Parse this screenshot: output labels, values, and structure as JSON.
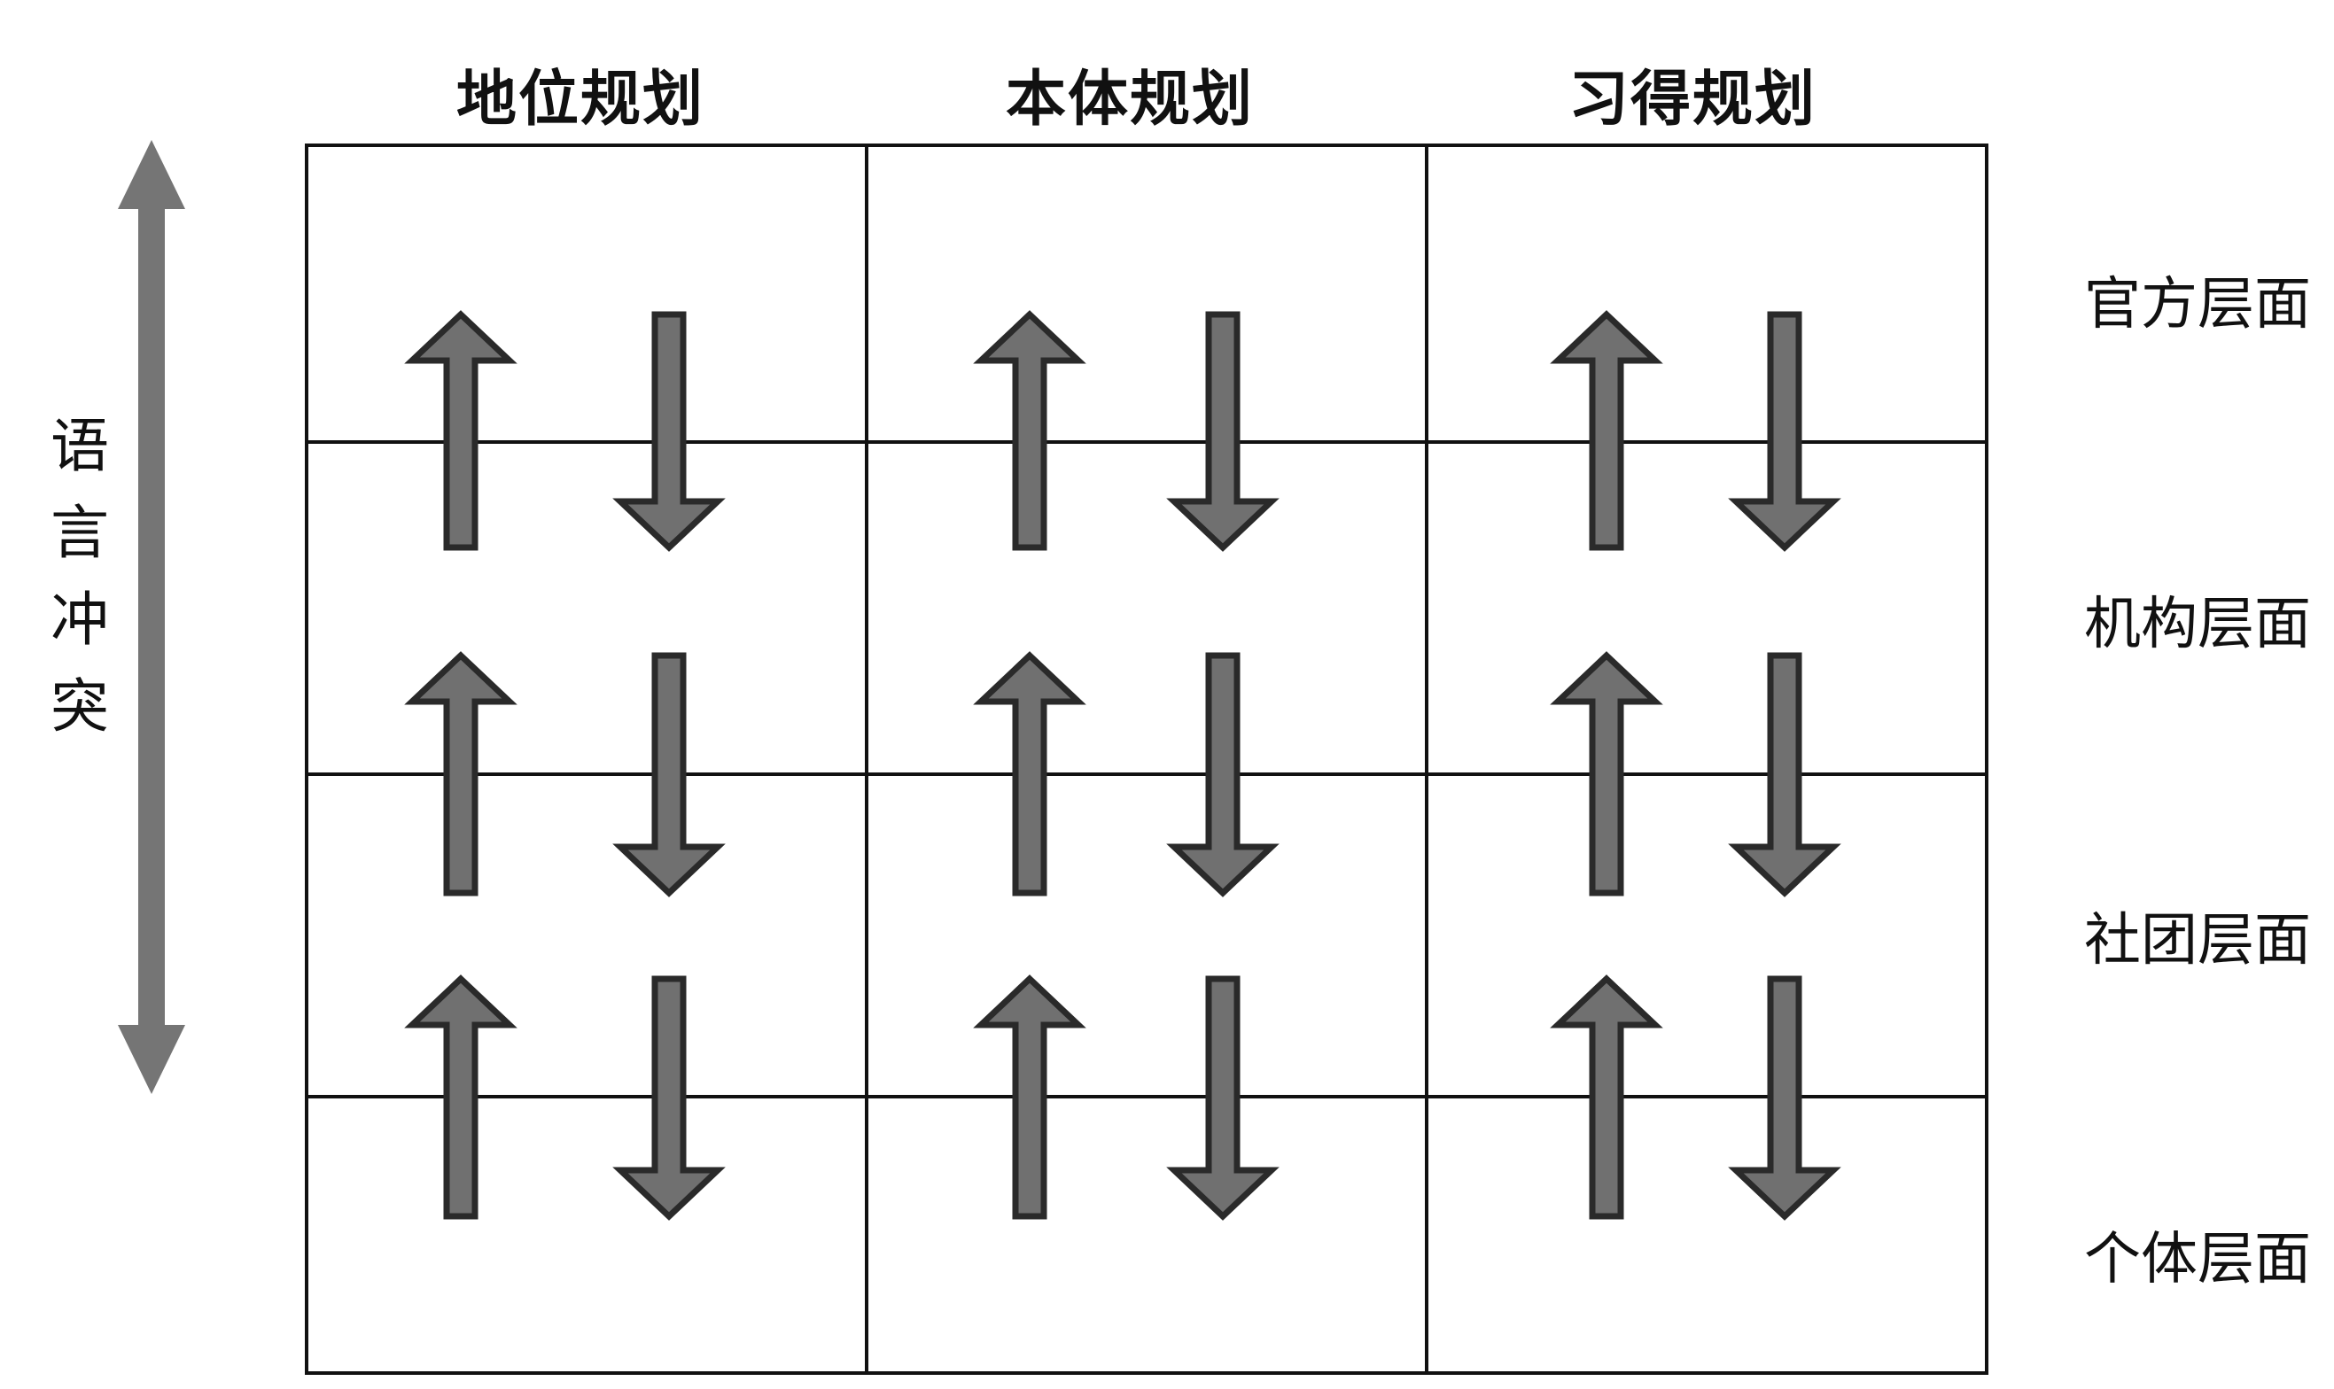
{
  "columns": [
    "地位规划",
    "本体规划",
    "习得规划"
  ],
  "rows": [
    "官方层面",
    "机构层面",
    "社团层面",
    "个体层面"
  ],
  "side_axis": {
    "label_chars": [
      "语",
      "言",
      "冲",
      "突"
    ]
  },
  "colors": {
    "arrow_fill": "#707070",
    "arrow_stroke": "#2a2a2a",
    "big_arrow": "#757575",
    "grid_line": "#111111"
  }
}
